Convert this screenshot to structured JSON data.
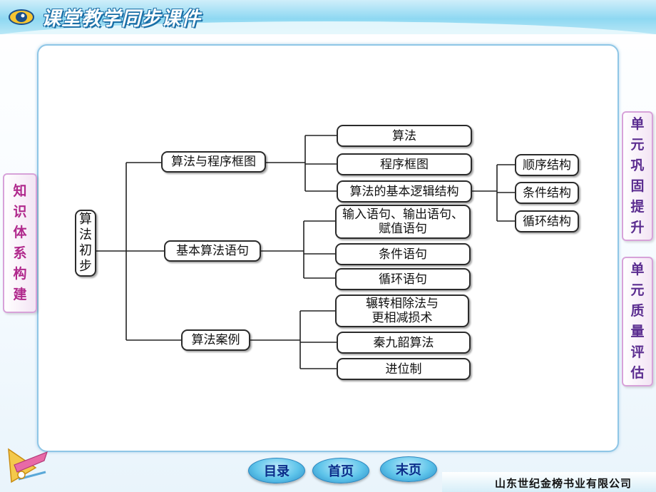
{
  "header": {
    "title": "课堂教学同步课件"
  },
  "left_tab": {
    "chars": [
      "知",
      "识",
      "体",
      "系",
      "构",
      "建"
    ]
  },
  "right_tabs": [
    {
      "chars": [
        "单",
        "元",
        "巩",
        "固",
        "提",
        "升"
      ]
    },
    {
      "chars": [
        "单",
        "元",
        "质",
        "量",
        "评",
        "估"
      ]
    }
  ],
  "diagram": {
    "root": [
      "算",
      "法",
      "初",
      "步"
    ],
    "branches": {
      "b1": "算法与程序框图",
      "b2": "基本算法语句",
      "b3": "算法案例"
    },
    "leaves": {
      "l1": "算法",
      "l2": "程序框图",
      "l3": "算法的基本逻辑结构",
      "l4a": "输入语句、输出语句、",
      "l4b": "赋值语句",
      "l5": "条件语句",
      "l6": "循环语句",
      "l7a": "辗转相除法与",
      "l7b": "更相减损术",
      "l8": "秦九韶算法",
      "l9": "进位制"
    },
    "sub_leaves": {
      "s1": "顺序结构",
      "s2": "条件结构",
      "s3": "循环结构"
    }
  },
  "nav": {
    "toc": "目录",
    "first": "首页",
    "last": "末页"
  },
  "publisher": "山东世纪金榜书业有限公司"
}
